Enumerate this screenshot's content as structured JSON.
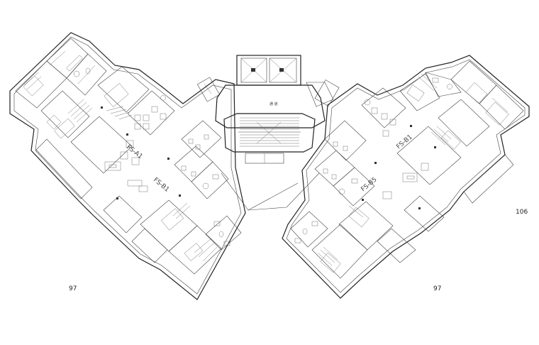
{
  "drawing": {
    "area_labels": {
      "left_unit": "97",
      "right_unit": "97",
      "right_side": "106"
    },
    "unit_tags": {
      "upper_left": "FS-A1",
      "lower_left": "FS-B1",
      "upper_right": "FS-B1",
      "lower_right": "FS-B5"
    }
  }
}
